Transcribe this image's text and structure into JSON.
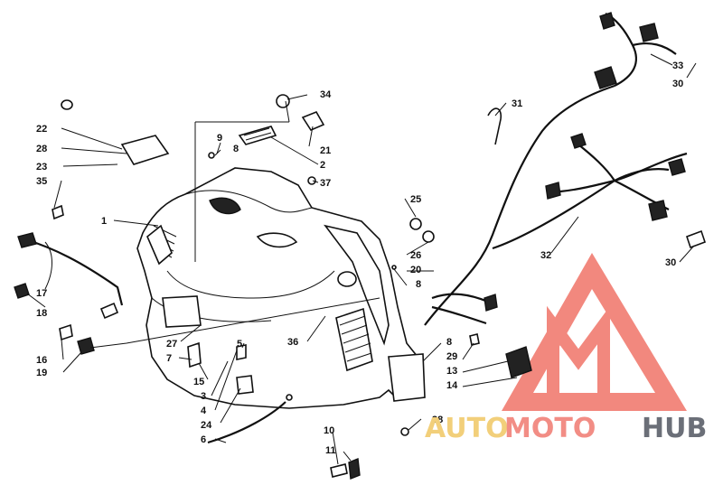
{
  "callouts": [
    "1",
    "2",
    "3",
    "4",
    "5",
    "6",
    "7",
    "8",
    "8",
    "8",
    "9",
    "10",
    "11",
    "13",
    "14",
    "15",
    "16",
    "17",
    "18",
    "19",
    "20",
    "21",
    "22",
    "23",
    "24",
    "25",
    "26",
    "27",
    "28",
    "29",
    "30",
    "30",
    "31",
    "32",
    "33",
    "34",
    "35",
    "36",
    "37",
    "38"
  ],
  "watermark": {
    "part1": "AUTO",
    "part2": "MOTO",
    "part3": "HUB",
    "colors": {
      "auto": "#f2cf7a",
      "moto": "#f28d85",
      "hub": "#6b6f78",
      "logo": "#f07468"
    }
  }
}
